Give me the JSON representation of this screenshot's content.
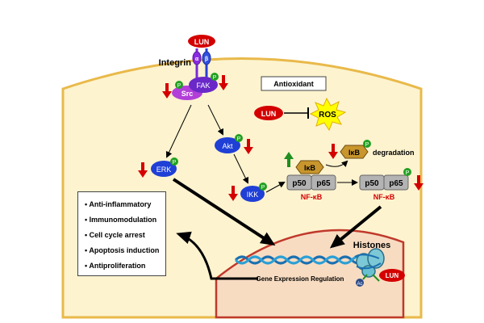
{
  "labels": {
    "lun": "LUN",
    "integrin": "Integrin",
    "alpha": "α",
    "beta": "β",
    "src": "Src",
    "fak": "FAK",
    "p": "P",
    "antioxidant": "Antioxidant",
    "ros": "ROS",
    "akt": "Akt",
    "erk": "ERK",
    "ikk": "IKK",
    "ikb": "IκB",
    "degradation": "degradation",
    "p50": "p50",
    "p65": "p65",
    "nfkb": "NF-κB",
    "histones": "Histones",
    "gene_regulation": "Gene Expression Regulation",
    "ac": "Ac"
  },
  "effects": [
    "Anti-inflammatory",
    "Immunomodulation",
    "Cell cycle arrest",
    "Apoptosis induction",
    "Antiproliferation"
  ],
  "colors": {
    "cytoplasm": "#fdf3cf",
    "membrane": "#e9b94a",
    "nucleus": "#f7dcc2",
    "nucleus_border": "#c0392b",
    "lun_red": "#d40000",
    "blue_protein": "#1f3fd6",
    "purple": "#8a2be2",
    "ikb_gold": "#c8962c",
    "nfkb_grey": "#b3b3b3",
    "p_green": "#22a022",
    "down_arrow": "#d40000",
    "up_arrow": "#1f8f1f",
    "ros_yellow": "#ffff00"
  }
}
